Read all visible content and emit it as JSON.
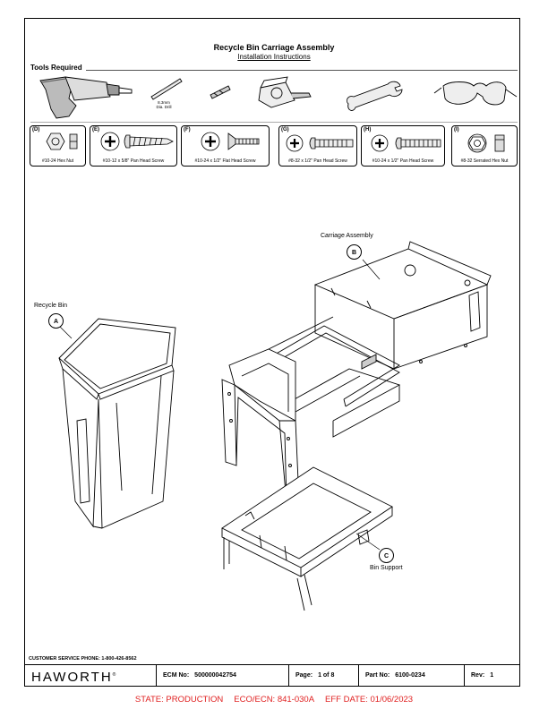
{
  "header": {
    "title": "Recycle Bin Carriage Assembly",
    "subtitle": "Installation Instructions"
  },
  "tools": {
    "label": "Tools Required",
    "drill_bit_label_1": "8.3mm",
    "drill_bit_label_2": "Dia. Drill",
    "items": [
      "drill-icon",
      "drill-bit-icon",
      "screwdriver-bit-icon",
      "tape-measure-icon",
      "wrench-icon",
      "safety-glasses-icon"
    ]
  },
  "parts": [
    {
      "letter": "(D)",
      "label": "#10-24 Hex Nut"
    },
    {
      "letter": "(E)",
      "label": "#10-12 x 5/8\" Pan Head Screw"
    },
    {
      "letter": "(F)",
      "label": "#10-24 x 1/2\" Flat Head Screw"
    },
    {
      "letter": "(G)",
      "label": "#8-32 x 1/2\" Pan Head Screw"
    },
    {
      "letter": "(H)",
      "label": "#10-24 x 1/2\" Pan Head Screw"
    },
    {
      "letter": "(I)",
      "label": "#8-32 Serrated Hex Nut"
    }
  ],
  "callouts": {
    "a": {
      "name": "Recycle Bin",
      "letter": "A"
    },
    "b": {
      "name": "Carriage Assembly",
      "letter": "B"
    },
    "c": {
      "name": "Bin Support",
      "letter": "C"
    }
  },
  "customer_service": "CUSTOMER SERVICE PHONE: 1-800-426-8562",
  "footer": {
    "logo": "HAWORTH",
    "logo_mark": "®",
    "ecm_label": "ECM No:",
    "ecm_value": "500000042754",
    "page_label": "Page:",
    "page_value": "1 of 8",
    "part_label": "Part No:",
    "part_value": "6100-0234",
    "rev_label": "Rev:",
    "rev_value": "1"
  },
  "state_line": {
    "state": "STATE: PRODUCTION",
    "eco": "ECO/ECN: 841-030A",
    "eff": "EFF DATE: 01/06/2023"
  },
  "colors": {
    "state_text": "#e02020"
  }
}
